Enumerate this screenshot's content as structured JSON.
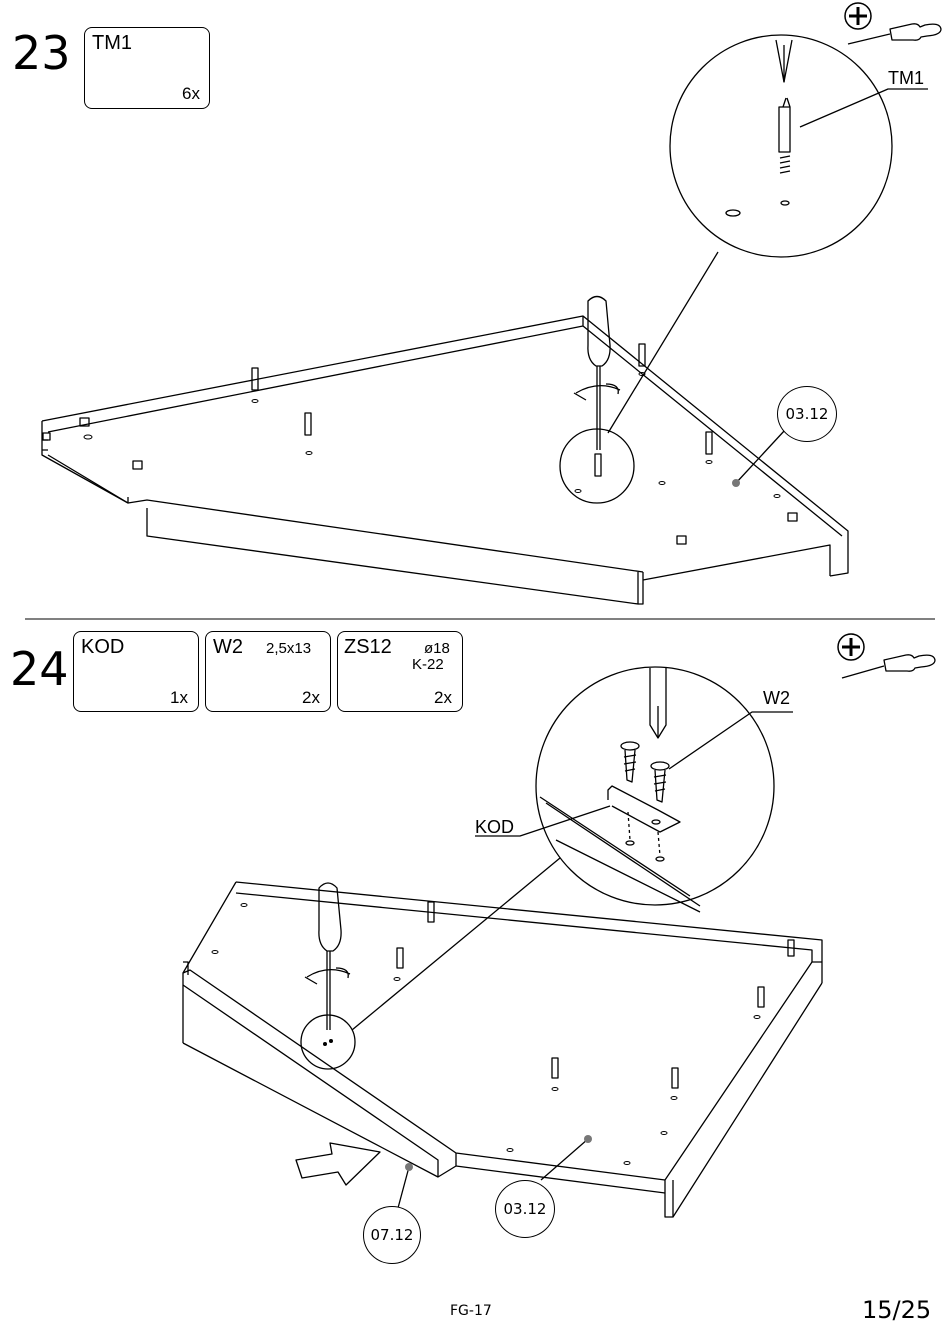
{
  "steps": [
    {
      "number": "23",
      "parts": [
        {
          "code": "TM1",
          "qty": "6x",
          "spec": "",
          "spec2": ""
        }
      ],
      "tool": "phillips-screwdriver",
      "detail_labels": [
        "TM1"
      ],
      "references": [
        "03.12"
      ]
    },
    {
      "number": "24",
      "parts": [
        {
          "code": "KOD",
          "qty": "1x",
          "spec": "",
          "spec2": ""
        },
        {
          "code": "W2",
          "qty": "2x",
          "spec": "2,5x13",
          "spec2": ""
        },
        {
          "code": "ZS12",
          "qty": "2x",
          "spec": "ø18",
          "spec2": "K-22"
        }
      ],
      "tool": "phillips-screwdriver",
      "detail_labels": [
        "W2",
        "KOD"
      ],
      "references": [
        "03.12",
        "07.12"
      ]
    }
  ],
  "footer": {
    "code": "FG-17",
    "page": "15/25"
  },
  "colors": {
    "line": "#000000",
    "background": "#ffffff",
    "dot": "#777777"
  }
}
